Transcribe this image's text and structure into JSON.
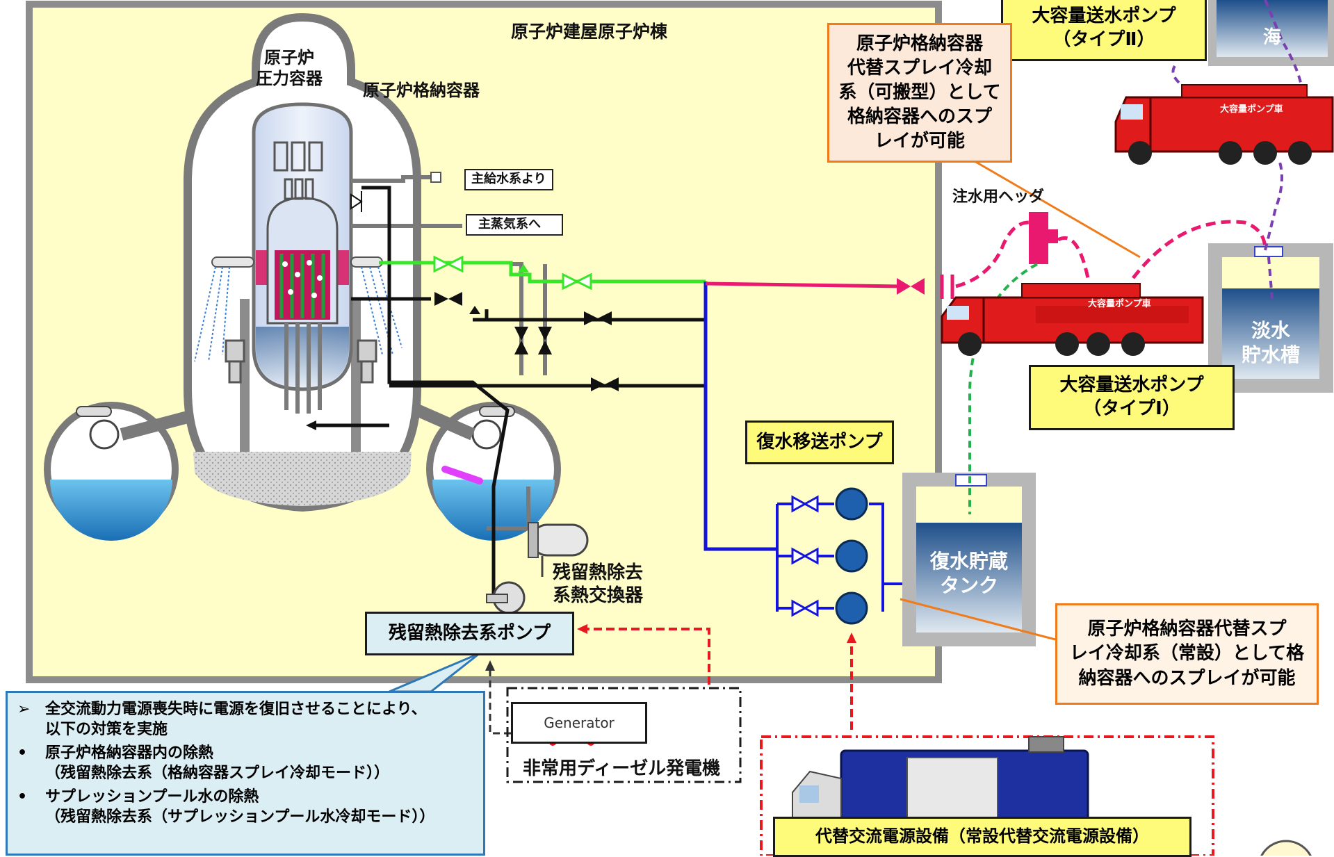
{
  "building": {
    "title": "原子炉建屋原子炉棟",
    "vessel_label": "原子炉\n圧力容器",
    "containment_label": "原子炉格納容器",
    "feed_water_label": "主給水系より",
    "steam_label": "主蒸気系へ"
  },
  "equipment": {
    "rhr_hx_label": "残留熱除去\n系熱交換器",
    "rhr_pump_label": "残留熱除去系ポンプ",
    "condensate_pump_label": "復水移送ポンプ",
    "condensate_tank_label": "復水貯蔵\nタンク",
    "header_label": "注水用ヘッダ",
    "freshwater_tank_label": "淡水\n貯水槽",
    "sea_label": "海",
    "pump_truck_text": "大容量ポンプ車"
  },
  "pump_boxes": {
    "type1": "大容量送水ポンプ\n（タイプⅠ）",
    "type2": "大容量送水ポンプ\n（タイプⅡ）"
  },
  "callouts": {
    "portable": "原子炉格納容器\n代替スプレイ冷却\n系（可搬型）として\n格納容器へのスプ\nレイが可能",
    "permanent": "原子炉格納容器代替スプ\nレイ冷却系（常設）として格\n納容器へのスプレイが可能"
  },
  "power": {
    "generator_text": "Generator",
    "diesel_label": "非常用ディーゼル発電機",
    "alt_ac_label": "代替交流電源設備（常設代替交流電源設備）"
  },
  "info_box": {
    "items": [
      {
        "mark": "➢",
        "text": "全交流動力電源喪失時に電源を復旧させることにより、\n以下の対策を実施"
      },
      {
        "mark": "•",
        "text": "原子炉格納容器内の除熱\n（残留熱除去系（格納容器スプレイ冷却モード））"
      },
      {
        "mark": "•",
        "text": "サプレッションプール水の除熱\n（残留熱除去系（サプレッションプール水冷却モード））"
      }
    ]
  },
  "colors": {
    "building_fill": "#fffdc8",
    "building_border": "#8c8c8c",
    "yellow_box": "#fffb7a",
    "callout_fill": "#fde9d9",
    "callout_border": "#f07b1a",
    "info_fill": "#dbeef4",
    "info_border": "#2e78b8",
    "pipe_blue": "#1414d8",
    "pipe_pink": "#e8196e",
    "pipe_green": "#39e629",
    "hose_purple": "#7a3fb0",
    "power_red": "#e8191e",
    "truck_red": "#e01b1b"
  },
  "icons": [
    "valve-icon",
    "pump-icon",
    "generator-icon",
    "fire-truck-icon",
    "power-truck-icon",
    "cross-icon"
  ]
}
